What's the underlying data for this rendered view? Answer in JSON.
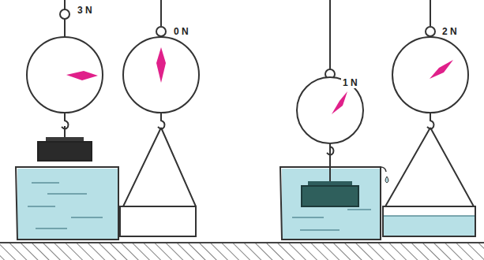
{
  "diagram": {
    "labels": [
      "3 N",
      "0 N",
      "1 N",
      "2 N"
    ]
  }
}
